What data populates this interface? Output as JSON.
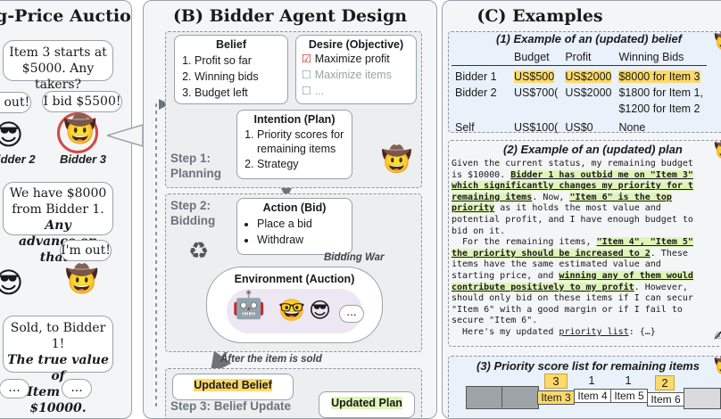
{
  "panel_a": {
    "title": "g-Price Auction",
    "bubble1": [
      "Item 3 starts at",
      "$5000. Any takers?"
    ],
    "bubble_out1": "m out!",
    "bubble_bid": "I bid $5500!",
    "bidder2": "idder 2",
    "bidder3": "Bidder 3",
    "bubble2": [
      "We have $8000",
      "from Bidder 1.",
      "Any",
      "advance on that?"
    ],
    "bubble_out2": "I'm out!",
    "bubble3": [
      "Sold, to Bidder 1!",
      "The true value of",
      "Item 3 is $10000."
    ],
    "ellipsis": "..."
  },
  "panel_b": {
    "title": "(B) Bidder Agent Design",
    "belief": {
      "title": "Belief",
      "items": [
        "Profit so far",
        "Winning bids",
        "Budget left"
      ]
    },
    "desire": {
      "title": "Desire (Objective)",
      "items": [
        "Maximize profit",
        "Maximize items",
        "..."
      ]
    },
    "intention": {
      "title": "Intention (Plan)",
      "items": [
        "Priority scores for remaining items",
        "Strategy"
      ]
    },
    "step1": [
      "Step 1:",
      "Planning"
    ],
    "step2": [
      "Step 2:",
      "Bidding"
    ],
    "action": {
      "title": "Action (Bid)",
      "items": [
        "Place a bid",
        "Withdraw"
      ]
    },
    "bidding_war": "Bidding War",
    "environment": {
      "title": "Environment (Auction)",
      "ellipsis": "..."
    },
    "after_sold": "After the item is sold",
    "updated_belief": "Updated Belief",
    "step3": "Step 3: Belief Update",
    "updated_plan": "Updated Plan"
  },
  "panel_c": {
    "title": "(C) Examples",
    "ex1_title": "(1) Example of an (updated) belief",
    "table": {
      "headers": [
        "",
        "Budget",
        "Profit",
        "Winning Bids"
      ],
      "rows": [
        [
          "Bidder 1",
          "US$500",
          "US$2000",
          "$8000 for Item 3"
        ],
        [
          "Bidder 2",
          "US$700(",
          "US$2000",
          "$1800 for Item 1,"
        ],
        [
          "",
          "",
          "",
          "$1200 for Item 2"
        ],
        [
          "Self",
          "US$100(",
          "US$0",
          "None"
        ]
      ]
    },
    "ex2_title": "(2) Example of an (updated) plan",
    "plan": {
      "l1": "Given the current status, my remaining budget",
      "l2a": "is $10000. ",
      "l2b": "Bidder 1 has outbid me on \"Item 3\"",
      "l3": "which significantly changes my priority for t",
      "l4a": "remaining items",
      "l4b": ". Now, ",
      "l4c": "\"Item 6\" is the top",
      "l5a": "priority",
      "l5b": " as it holds the most value and",
      "l6": "potential profit, and I have enough budget to",
      "l7": "bid on it.",
      "l8a": "  For the remaining items, ",
      "l8b": "\"Item 4\", \"Item 5\"",
      "l9": "the priority should be increased to 2",
      "l9b": ". These",
      "l10": "items have the same estimated value and",
      "l11a": "starting price, and ",
      "l11b": "winning any of them would",
      "l12a": "contribute positively to my profit",
      "l12b": ". However,",
      "l13": "should only bid on these items if I can secur",
      "l14": "\"Item 6\" with a good margin or if I fail to",
      "l15": "secure \"Item 6\".",
      "l16a": "  Here's my updated ",
      "l16b": "priority list",
      "l16c": ": {…}"
    },
    "ex3_title": "(3) Priority score list for remaining items",
    "priority": {
      "scores": [
        "3",
        "1",
        "1",
        "2"
      ],
      "labels": [
        "Item 3",
        "Item 4",
        "Item 5",
        "Item 6"
      ]
    }
  },
  "colors": {
    "highlight_green": "#dff5b8",
    "highlight_yellow": "#fbd96a",
    "border": "#9aa1a8"
  }
}
